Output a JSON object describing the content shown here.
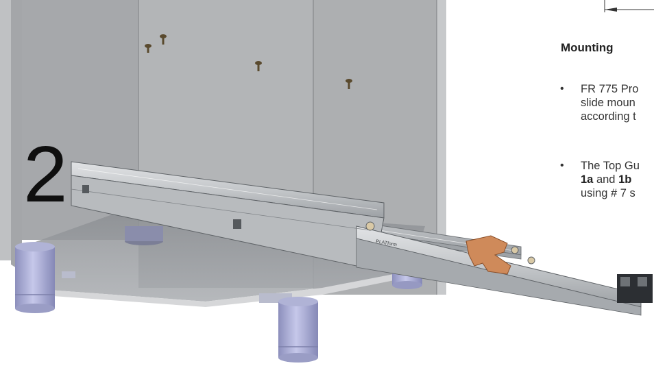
{
  "step": "2",
  "section": {
    "heading": "Mounting",
    "bullets": [
      {
        "lines": [
          "FR 775 Pro",
          "slide moun",
          "according t"
        ]
      },
      {
        "line1": "The Top Gu",
        "line2_bold_a": "1a",
        "line2_text": " and ",
        "line2_bold_b": "1b",
        "line3": "using # 7 s"
      }
    ],
    "bullet_symbol": "•"
  },
  "slide_label": "PLATform",
  "colors": {
    "cabinet_panel": "#a9abad",
    "cabinet_floor": "#8c8f93",
    "leg": "#a3a6cc",
    "slide_metal": "#c9cccf",
    "orange_bracket": "#cf8a5a"
  }
}
